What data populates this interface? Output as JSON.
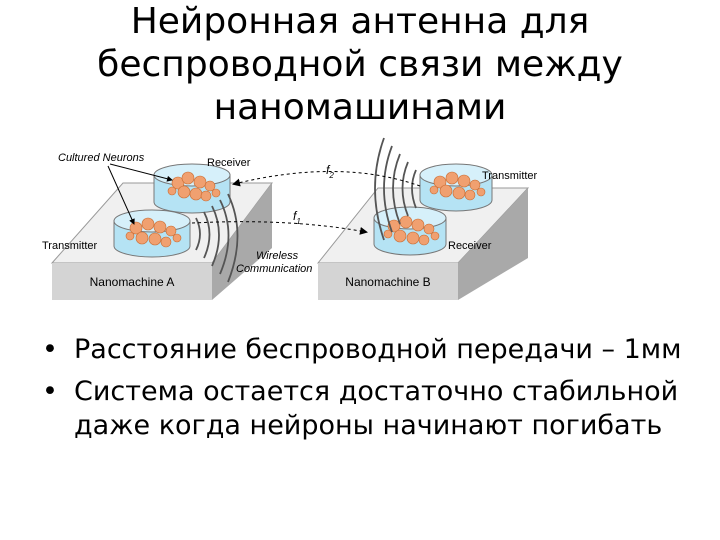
{
  "slide": {
    "title": "Нейронная антенна для беспроводной связи между наномашинами"
  },
  "diagram": {
    "labels": {
      "cultured_neurons": "Cultured Neurons",
      "receiver_a": "Receiver",
      "transmitter_a": "Transmitter",
      "transmitter_b": "Transmitter",
      "receiver_b": "Receiver",
      "nanomachine_a": "Nanomachine A",
      "nanomachine_b": "Nanomachine B",
      "f2_letter": "f",
      "f2_sub": "2",
      "f1_letter": "f",
      "f1_sub": "1",
      "wireless_1": "Wireless",
      "wireless_2": "Communication"
    },
    "colors": {
      "block_top": "#f0f0f0",
      "block_front": "#d4d4d4",
      "block_side": "#a9a9a9",
      "dish": "#b5e3f4",
      "neurons": "#f0a070"
    }
  },
  "bullets": [
    {
      "marker": "•",
      "text": "Расстояние беспроводной передачи – 1мм"
    },
    {
      "marker": "•",
      "text": "Система остается достаточно стабильной даже когда нейроны начинают погибать"
    }
  ]
}
